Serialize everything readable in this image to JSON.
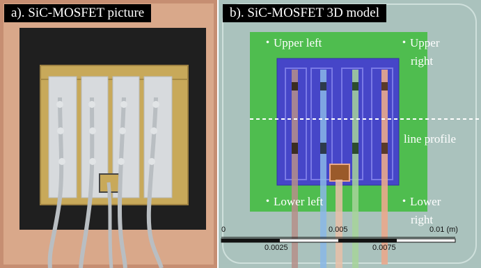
{
  "panel_a": {
    "caption": "a). SiC-MOSFET picture"
  },
  "panel_b": {
    "caption": "b). SiC-MOSFET 3D model",
    "labels": {
      "upper_left": "・Upper left",
      "upper_right_1": "・Upper",
      "upper_right_2": "right",
      "line_profile": "line profile",
      "lower_left": "・Lower left",
      "lower_right_1": "・Lower",
      "lower_right_2": "right"
    },
    "scale": {
      "top_ticks": [
        "0",
        "0.005",
        "0.01 (m)"
      ],
      "bottom_ticks": [
        "0.0025",
        "0.0075"
      ]
    }
  },
  "colors": {
    "copper": "#d9a88a",
    "die": "#c8a95a",
    "pad": "#d7dadd",
    "sim_background": "#aac2bd",
    "sim_substrate": "#4fbd4f",
    "sim_chip": "#4646c8",
    "sim_wire_cyan": "#8ab7e6",
    "sim_wire_green": "#a7d49a",
    "sim_wire_orange": "#e9a98c"
  }
}
